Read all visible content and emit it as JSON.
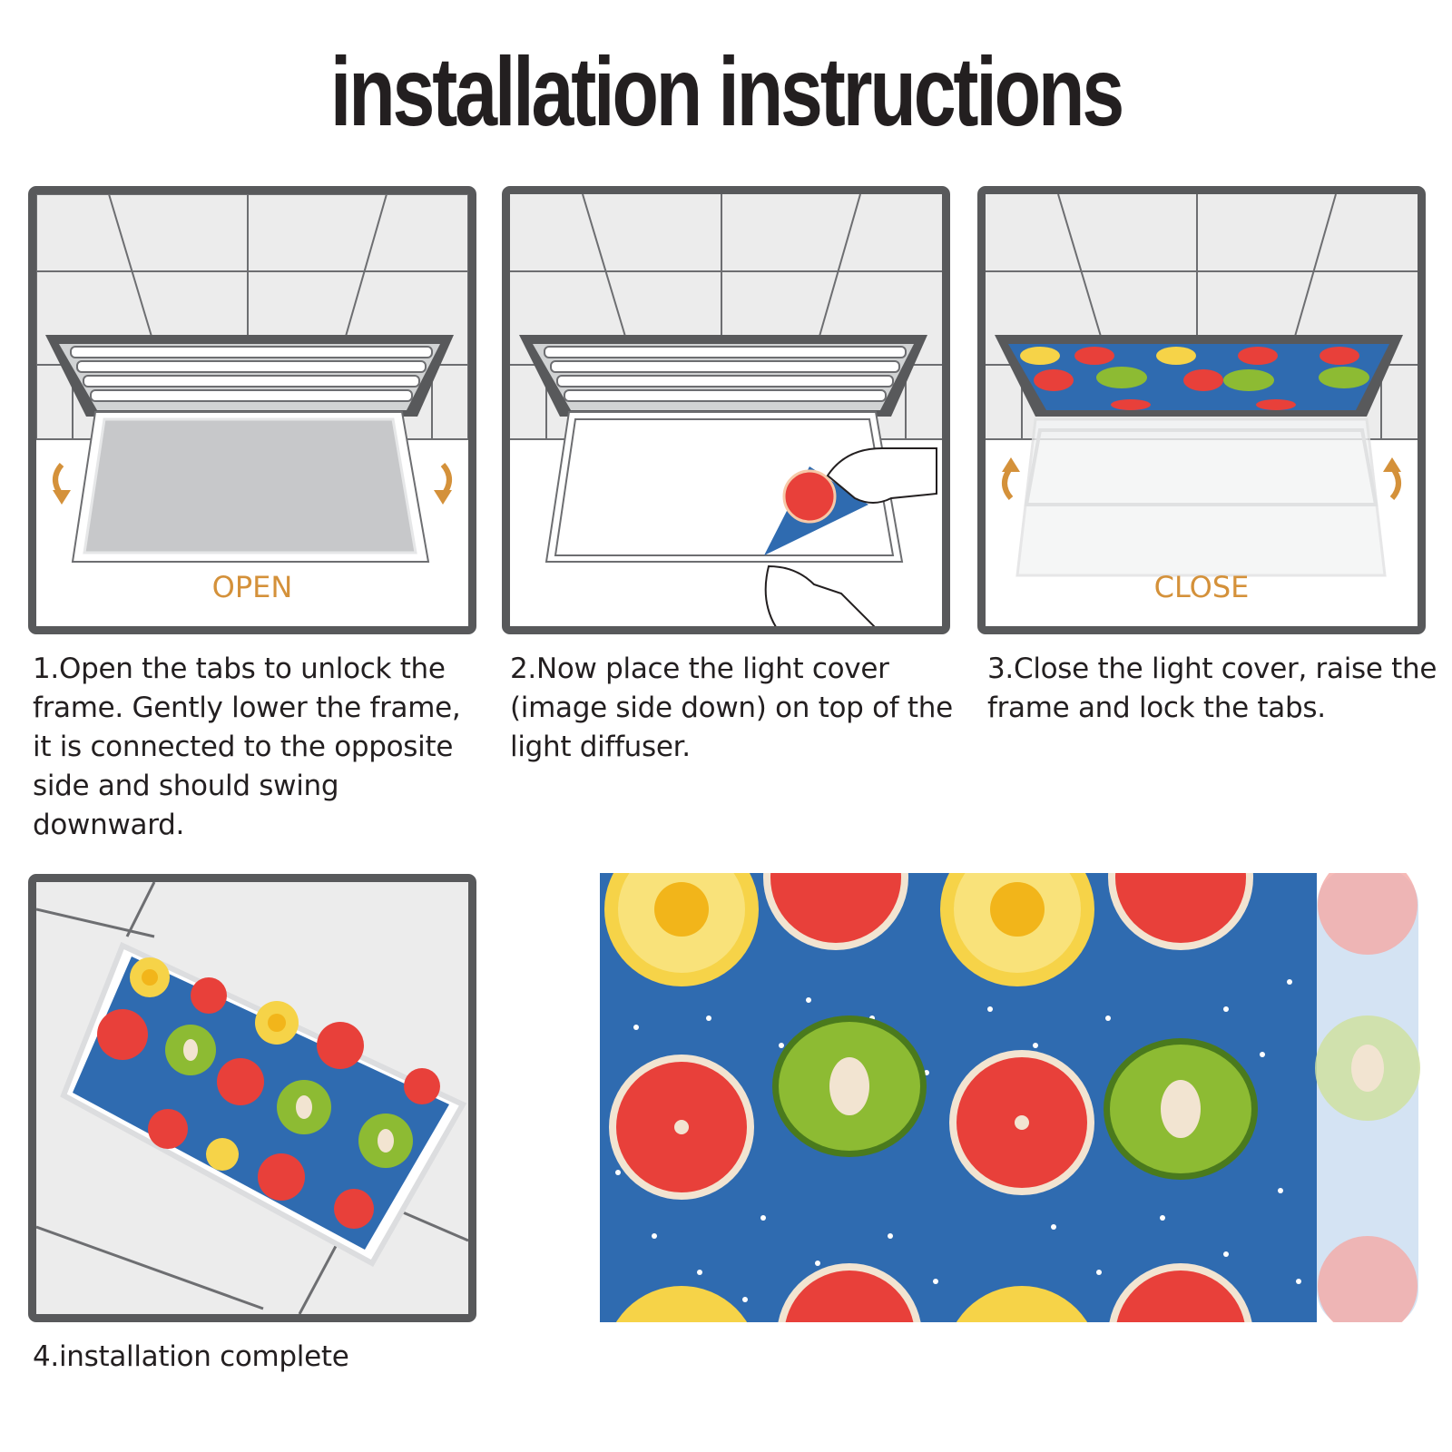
{
  "title": "installation instructions",
  "steps": [
    {
      "caption": "1.Open the tabs to unlock the frame. Gently lower the frame, it is connected to the opposite side and should swing downward.",
      "label": "OPEN"
    },
    {
      "caption": "2.Now place the light cover (image side down) on top of the light diffuser."
    },
    {
      "caption": "3.Close the light cover, raise the frame and lock the tabs.",
      "label": "CLOSE"
    },
    {
      "caption": "4.installation complete"
    }
  ],
  "colors": {
    "frame": "#58595b",
    "label": "#d4913a",
    "pattern_bg": "#2f6bb0",
    "grapefruit": "#e8403a",
    "kiwi": "#8dbb33",
    "pineapple": "#f6d348"
  }
}
